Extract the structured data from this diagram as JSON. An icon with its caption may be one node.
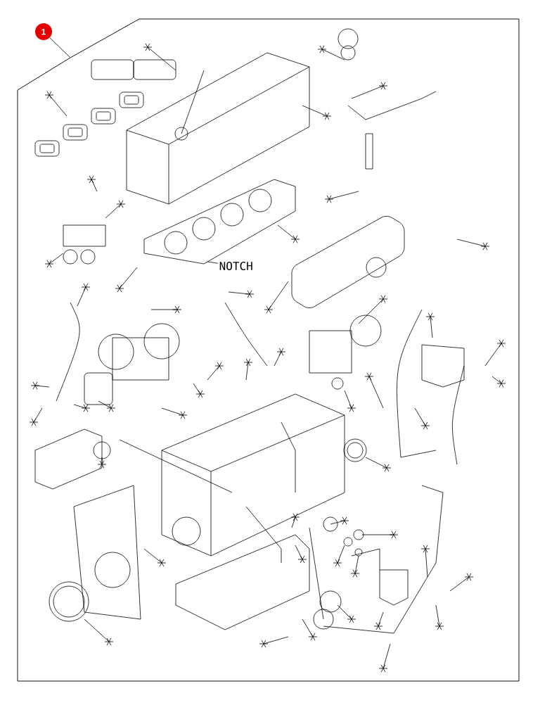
{
  "diagram": {
    "nodes": [
      {
        "text": [
          "1"
        ]
      },
      {
        "text": [],
        "shape": "box"
      },
      {
        "text": [
          "NOTCH"
        ],
        "in": 1
      },
      {
        "text": [],
        "shape": "box",
        "in": 1
      }
    ],
    "edges": [
      {
        "from": 0,
        "to": 1,
        "arrow": "none"
      },
      {
        "from": 2,
        "to": 3,
        "arrow": "none"
      }
    ]
  }
}
